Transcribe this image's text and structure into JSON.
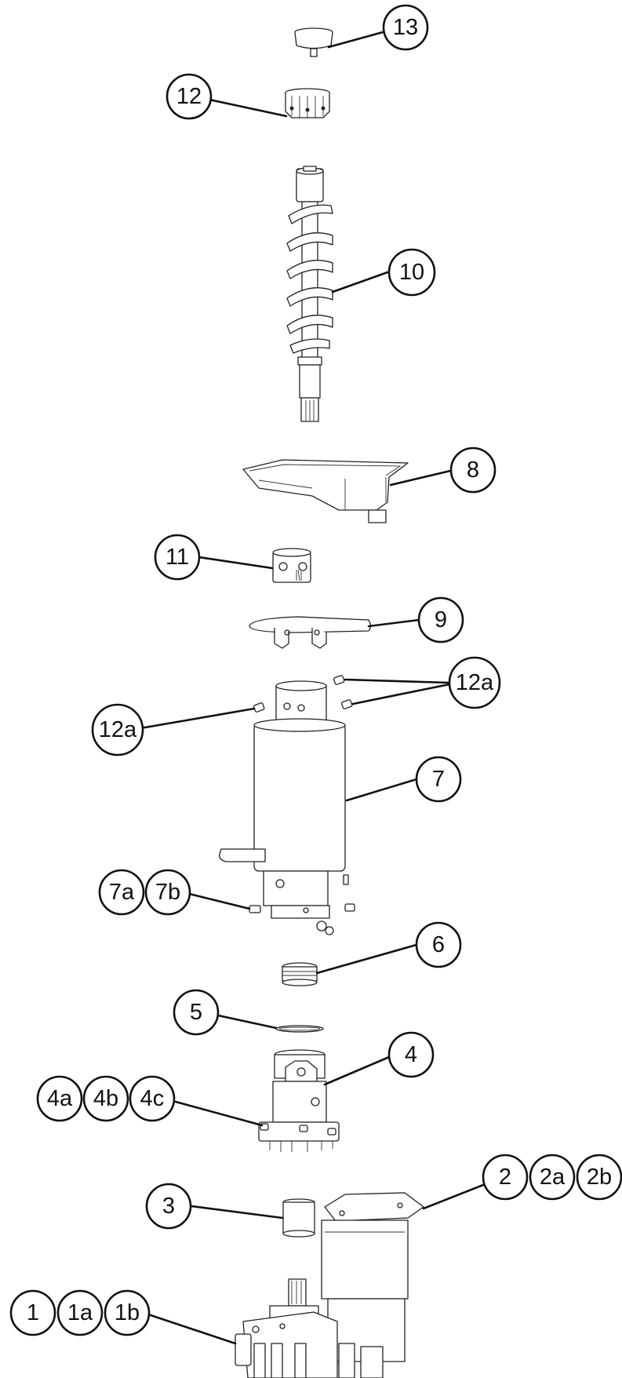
{
  "callouts": [
    {
      "id": "c13",
      "label": "13"
    },
    {
      "id": "c12",
      "label": "12"
    },
    {
      "id": "c10",
      "label": "10"
    },
    {
      "id": "c8",
      "label": "8"
    },
    {
      "id": "c11",
      "label": "11"
    },
    {
      "id": "c9",
      "label": "9"
    },
    {
      "id": "c12a_right",
      "label": "12a"
    },
    {
      "id": "c12a_left",
      "label": "12a"
    },
    {
      "id": "c7",
      "label": "7"
    },
    {
      "id": "c7a",
      "label": "7a"
    },
    {
      "id": "c7b",
      "label": "7b"
    },
    {
      "id": "c6",
      "label": "6"
    },
    {
      "id": "c5",
      "label": "5"
    },
    {
      "id": "c4",
      "label": "4"
    },
    {
      "id": "c4a",
      "label": "4a"
    },
    {
      "id": "c4b",
      "label": "4b"
    },
    {
      "id": "c4c",
      "label": "4c"
    },
    {
      "id": "c3",
      "label": "3"
    },
    {
      "id": "c2",
      "label": "2"
    },
    {
      "id": "c2a",
      "label": "2a"
    },
    {
      "id": "c2b",
      "label": "2b"
    },
    {
      "id": "c1",
      "label": "1"
    },
    {
      "id": "c1a",
      "label": "1a"
    },
    {
      "id": "c1b",
      "label": "1b"
    }
  ]
}
